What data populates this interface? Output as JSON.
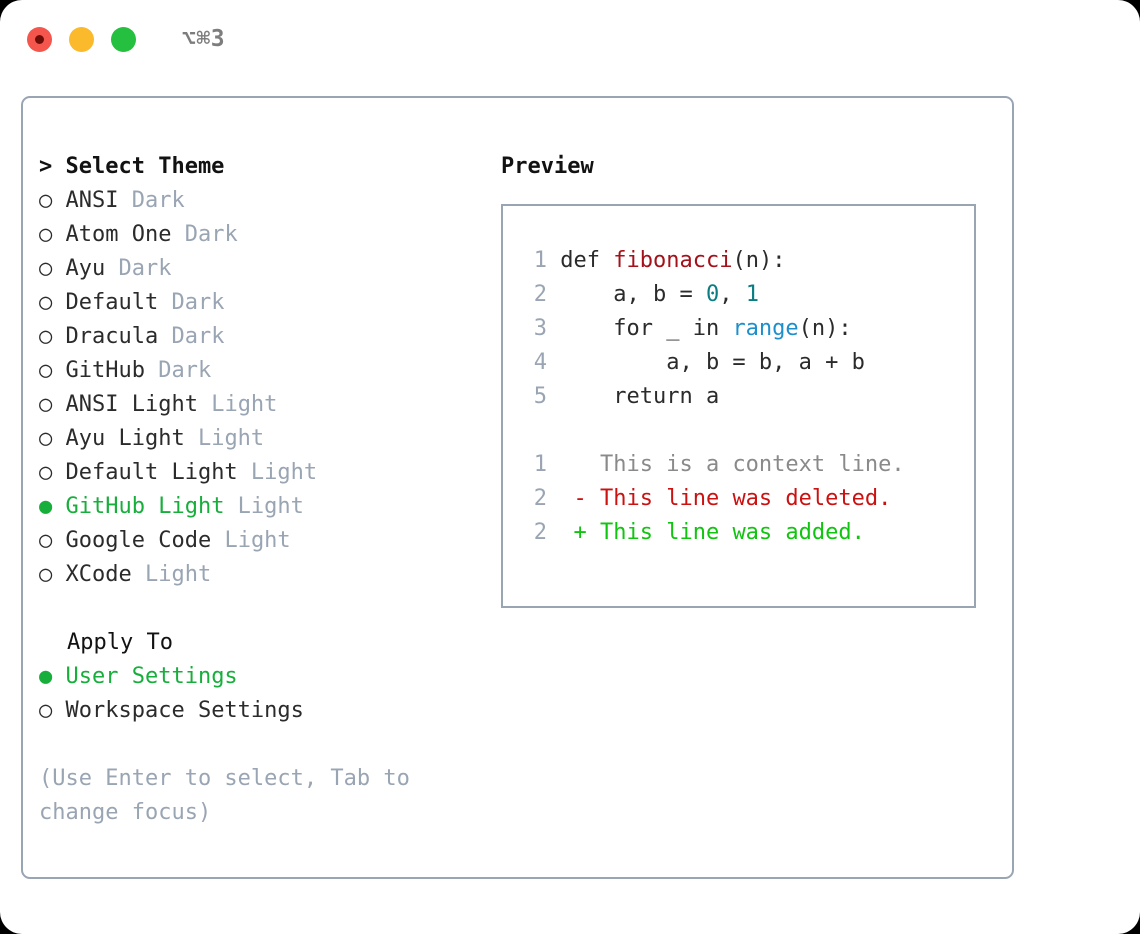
{
  "window": {
    "title": "⌥⌘3",
    "lights": [
      "close-red",
      "minimize-yellow",
      "maximize-green"
    ]
  },
  "colors": {
    "accent_green": "#18ae3c",
    "muted": "#9aa5b4",
    "border": "#9aa5b4",
    "text": "#2b2b2b",
    "diff_add": "#10c410",
    "diff_del": "#cc1111",
    "code_fn": "#a3121b",
    "code_num": "#0a7d82",
    "code_call": "#1f8fcc"
  },
  "theme_picker": {
    "header": "> Select Theme",
    "marker_unselected": "○",
    "marker_selected": "●",
    "items": [
      {
        "name": "ANSI",
        "variant": "Dark",
        "selected": false
      },
      {
        "name": "Atom One",
        "variant": "Dark",
        "selected": false
      },
      {
        "name": "Ayu",
        "variant": "Dark",
        "selected": false
      },
      {
        "name": "Default",
        "variant": "Dark",
        "selected": false
      },
      {
        "name": "Dracula",
        "variant": "Dark",
        "selected": false
      },
      {
        "name": "GitHub",
        "variant": "Dark",
        "selected": false
      },
      {
        "name": "ANSI Light",
        "variant": "Light",
        "selected": false
      },
      {
        "name": "Ayu Light",
        "variant": "Light",
        "selected": false
      },
      {
        "name": "Default Light",
        "variant": "Light",
        "selected": false
      },
      {
        "name": "GitHub Light",
        "variant": "Light",
        "selected": true
      },
      {
        "name": "Google Code",
        "variant": "Light",
        "selected": false
      },
      {
        "name": "XCode",
        "variant": "Light",
        "selected": false
      }
    ]
  },
  "apply_to": {
    "header": "Apply To",
    "items": [
      {
        "name": "User Settings",
        "selected": true
      },
      {
        "name": "Workspace Settings",
        "selected": false
      }
    ]
  },
  "hint": "(Use Enter to select, Tab to change focus)",
  "preview": {
    "header": "Preview",
    "code_lines": [
      {
        "num": "1",
        "segments": [
          {
            "t": "def ",
            "c": "plain"
          },
          {
            "t": "fibonacci",
            "c": "fn"
          },
          {
            "t": "(n):",
            "c": "plain"
          }
        ]
      },
      {
        "num": "2",
        "segments": [
          {
            "t": "    a, b = ",
            "c": "plain"
          },
          {
            "t": "0",
            "c": "num"
          },
          {
            "t": ", ",
            "c": "plain"
          },
          {
            "t": "1",
            "c": "num"
          }
        ]
      },
      {
        "num": "3",
        "segments": [
          {
            "t": "    for _ in ",
            "c": "plain"
          },
          {
            "t": "range",
            "c": "call"
          },
          {
            "t": "(n):",
            "c": "plain"
          }
        ]
      },
      {
        "num": "4",
        "segments": [
          {
            "t": "        a, b = b, a + b",
            "c": "plain"
          }
        ]
      },
      {
        "num": "5",
        "segments": [
          {
            "t": "    return a",
            "c": "plain"
          }
        ]
      }
    ],
    "diff_lines": [
      {
        "num": "1",
        "text": "  This is a context line.",
        "kind": "ctx"
      },
      {
        "num": "2",
        "text": "- This line was deleted.",
        "kind": "del"
      },
      {
        "num": "2",
        "text": "+ This line was added.",
        "kind": "add"
      }
    ]
  }
}
